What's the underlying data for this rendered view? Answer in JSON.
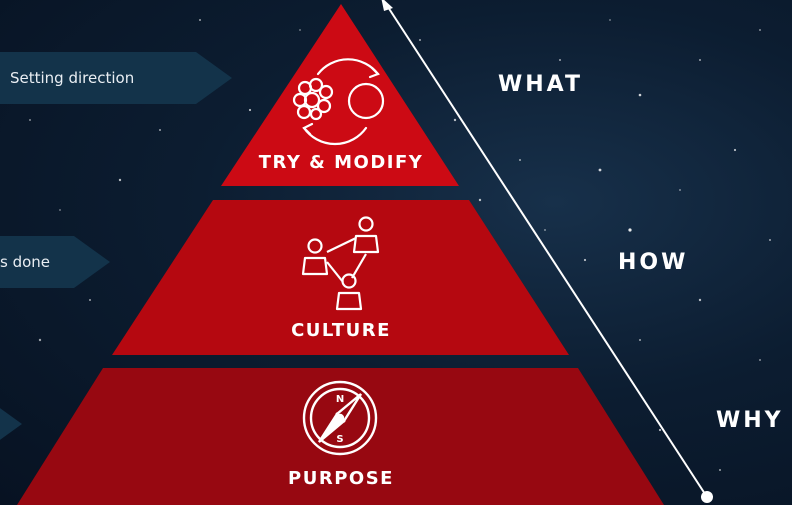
{
  "callouts": [
    {
      "label": "Setting direction"
    },
    {
      "label": "s done"
    },
    {
      "label": ""
    }
  ],
  "tiers": {
    "top": {
      "label": "TRY & MODIFY",
      "icon": "cycle-circles-icon"
    },
    "middle": {
      "label": "CULTURE",
      "icon": "people-network-icon"
    },
    "bottom": {
      "label": "PURPOSE",
      "icon": "compass-icon"
    }
  },
  "compass": {
    "north": "N",
    "south": "S"
  },
  "axis": {
    "what": "WHAT",
    "how": "HOW",
    "why": "WHY"
  },
  "colors": {
    "background": "#0c1d31",
    "tier_top": "#cc0a14",
    "tier_middle": "#b50810",
    "tier_bottom": "#970811",
    "callout": "#13334a"
  }
}
